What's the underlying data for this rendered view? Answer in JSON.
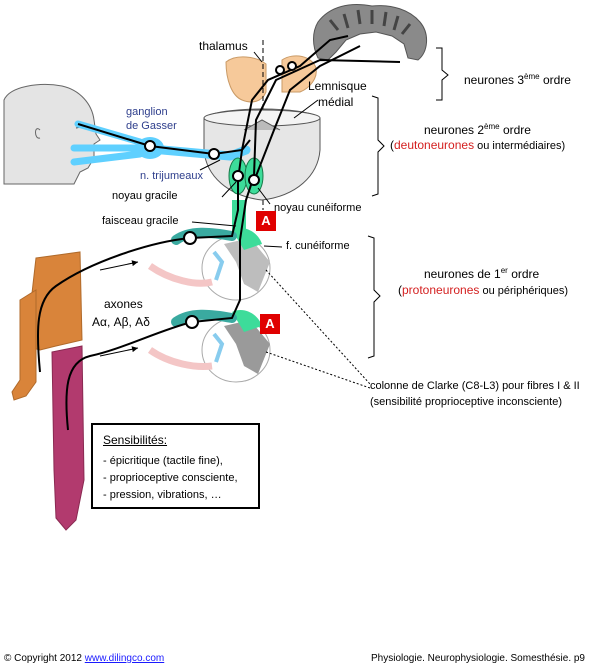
{
  "labels": {
    "thalamus": "thalamus",
    "lemnisque_1": "Lemnisque",
    "lemnisque_2": "médial",
    "ganglion_1": "ganglion",
    "ganglion_2": "de Gasser",
    "trijumeaux": "n. trijumeaux",
    "noyau_gracile": "noyau gracile",
    "noyau_cuneiforme": "noyau cunéiforme",
    "faisceau_gracile": "faisceau gracile",
    "f_cuneiforme": "f. cunéiforme",
    "axones": "axones",
    "axones_types": "Aα, Aβ, Aδ",
    "clarke_1": "colonne de Clarke (C8-L3) pour fibres I & II",
    "clarke_2": "(sensibilité proprioceptive inconsciente)",
    "badge": "A"
  },
  "orders": {
    "third_prefix": "neurones 3",
    "third_sup": "ème",
    "third_suffix": " ordre",
    "second_prefix": "neurones 2",
    "second_sup": "ème",
    "second_suffix": " ordre",
    "second_paren_open": "(",
    "second_term": "deutoneurones",
    "second_alt": " ou intermédiaires)",
    "first_prefix": "neurones de 1",
    "first_sup": "er",
    "first_suffix": " ordre",
    "first_paren_open": "(",
    "first_term": "protoneurones",
    "first_alt": " ou périphériques)"
  },
  "sensibilites": {
    "title": "Sensibilités:",
    "items": [
      "-  épicritique (tactile fine),",
      "- proprioceptive consciente,",
      "- pression, vibrations, …"
    ]
  },
  "footer": {
    "copyright": "© Copyright 2012 ",
    "link": "www.dilingco.com",
    "right": "Physiologie. Neurophysiologie. Somesthésie. p9"
  },
  "colors": {
    "term_red": "#d42020",
    "label_blue": "#2e3e8c",
    "trigeminal_cyan": "#5fd0ff",
    "tract_green": "#3ddc9a",
    "skin_orange": "#d9843a",
    "leg_pink": "#b23a6e",
    "thalamus_peach": "#f6c99a",
    "badge_red": "#e00000"
  }
}
